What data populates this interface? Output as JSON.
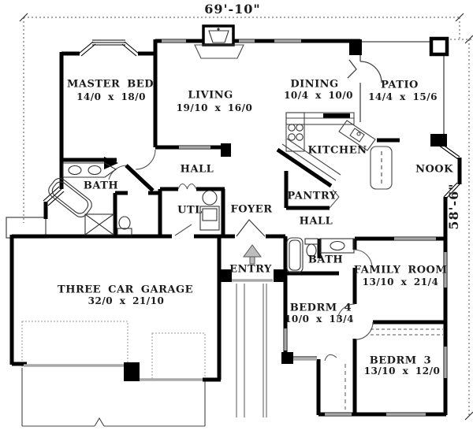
{
  "plan": {
    "title": "House floor plan",
    "dimensions": {
      "width_label": "69'-10\"",
      "height_label": "58'-6\""
    },
    "rooms": {
      "master_bed": {
        "name": "MASTER BED",
        "size": "14/0 x 18/0"
      },
      "living": {
        "name": "LIVING",
        "size": "19/10 x 16/0"
      },
      "dining": {
        "name": "DINING",
        "size": "10/4 x 10/0"
      },
      "patio": {
        "name": "PATIO",
        "size": "14/4 x 15/6"
      },
      "kitchen": {
        "name": "KITCHEN"
      },
      "nook": {
        "name": "NOOK"
      },
      "bath_master": {
        "name": "BATH"
      },
      "hall_upper": {
        "name": "HALL"
      },
      "utility": {
        "name": "UTL"
      },
      "foyer": {
        "name": "FOYER"
      },
      "pantry": {
        "name": "PANTRY"
      },
      "hall_lower": {
        "name": "HALL"
      },
      "bath_second": {
        "name": "BATH"
      },
      "entry": {
        "name": "ENTRY"
      },
      "family_room": {
        "name": "FAMILY ROOM",
        "size": "13/10 x 21/4"
      },
      "garage": {
        "name": "THREE CAR GARAGE",
        "size": "32/0 x 21/10"
      },
      "bedrm4": {
        "name": "BEDRM 4",
        "size": "10/0 x 13/4"
      },
      "bedrm3": {
        "name": "BEDRM 3",
        "size": "13/10 x 12/0"
      }
    }
  }
}
